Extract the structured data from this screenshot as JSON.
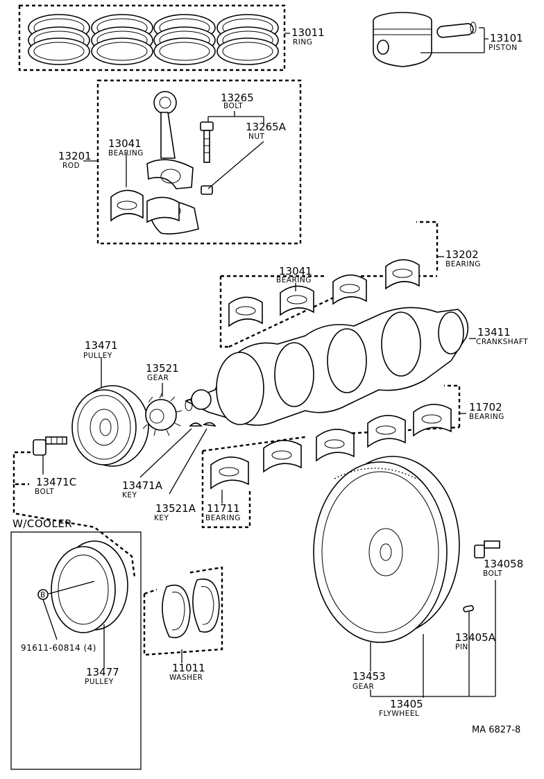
{
  "parts": {
    "ring": {
      "num": "13011",
      "name": "RING"
    },
    "piston": {
      "num": "13101",
      "name": "PISTON"
    },
    "conrod_bolt": {
      "num": "13265",
      "name": "BOLT"
    },
    "conrod_nut": {
      "num": "13265A",
      "name": "NUT"
    },
    "conrod_bearing": {
      "num": "13041",
      "name": "BEARING"
    },
    "rod": {
      "num": "13201",
      "name": "ROD"
    },
    "main_bearing_upper": {
      "num": "13202",
      "name": "BEARING"
    },
    "main_bearing_upper_sub": {
      "num": "13041",
      "name": "BEARING"
    },
    "crankshaft": {
      "num": "13411",
      "name": "CRANKSHAFT"
    },
    "pulley": {
      "num": "13471",
      "name": "PULLEY"
    },
    "gear": {
      "num": "13521",
      "name": "GEAR"
    },
    "bearing_lower": {
      "num": "11702",
      "name": "BEARING"
    },
    "pulley_bolt": {
      "num": "13471C",
      "name": "BOLT"
    },
    "pulley_key": {
      "num": "13471A",
      "name": "KEY"
    },
    "gear_key": {
      "num": "13521A",
      "name": "KEY"
    },
    "bearing_lower_sub": {
      "num": "11711",
      "name": "BEARING"
    },
    "flywheel_bolt": {
      "num": "134058",
      "name": "BOLT"
    },
    "flywheel_pin": {
      "num": "13405A",
      "name": "PIN"
    },
    "flywheel_gear": {
      "num": "13453",
      "name": "GEAR"
    },
    "flywheel": {
      "num": "13405",
      "name": "FLYWHEEL"
    },
    "washer": {
      "num": "11011",
      "name": "WASHER"
    },
    "cooler_pulley": {
      "num": "13477",
      "name": "PULLEY"
    }
  },
  "cooler": {
    "title": "W/COOLER",
    "marker": "B",
    "bolt_spec": "91611-60814 (4)"
  },
  "footer": {
    "code": "MA  6827-8"
  }
}
